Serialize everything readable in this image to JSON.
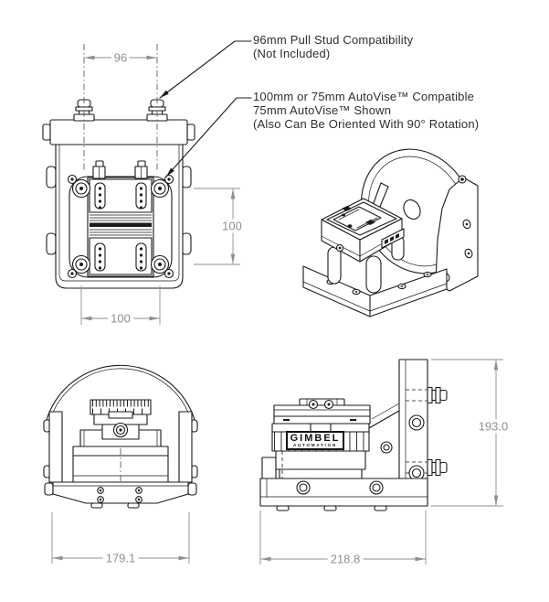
{
  "annotations": {
    "pull_stud": {
      "lines": [
        "96mm Pull Stud Compatibility",
        "(Not Included)"
      ]
    },
    "autovise": {
      "lines": [
        "100mm or 75mm AutoVise™ Compatible",
        "75mm AutoVise™ Shown",
        "(Also Can Be Oriented With 90° Rotation)"
      ]
    }
  },
  "dimensions": {
    "stud_spacing": "96",
    "bolt_spacing_vertical": "100",
    "bolt_spacing_horizontal": "100",
    "front_view_width": "179.1",
    "side_view_length": "218.8",
    "side_view_height": "193.0"
  },
  "branding": {
    "logo_line1": "GIMBEL",
    "logo_line2": "AUTOMATION"
  },
  "colors": {
    "line": "#1a1a1a",
    "dimension_gray": "#8f8f8f",
    "background": "#ffffff"
  }
}
